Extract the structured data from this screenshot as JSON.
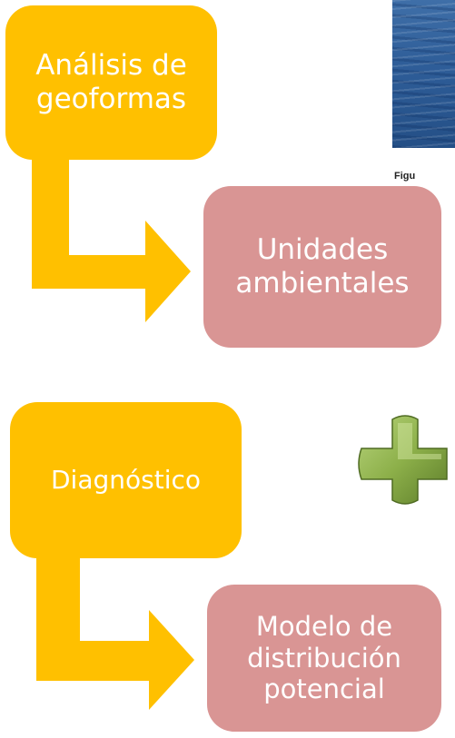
{
  "flow_top": {
    "box1_lines": [
      "Análisis de",
      "geoformas"
    ],
    "box2_lines": [
      "Unidades",
      "ambientales"
    ]
  },
  "flow_bottom": {
    "box1_lines": [
      "Diagnóstico"
    ],
    "box2_lines": [
      "Modelo de",
      "distribución",
      "potencial"
    ]
  },
  "caption": "Figu",
  "colors": {
    "gold": "#FFC000",
    "pink": "#D99594",
    "plus_green": "#8DB04A",
    "text": "#FFFFFF"
  },
  "icons": {
    "plus": "plus-icon",
    "arrow": "bent-arrow"
  }
}
